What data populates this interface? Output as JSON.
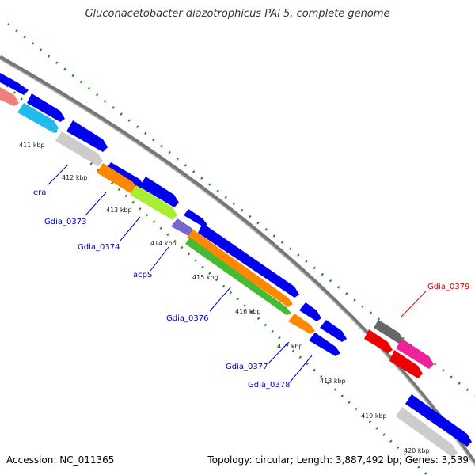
{
  "title": "Gluconacetobacter diazotrophicus PAl 5, complete genome",
  "footer": {
    "accession": "Accession: NC_011365",
    "summary": "Topology: circular; Length: 3,887,492 bp; Genes: 3,539"
  },
  "colors": {
    "backbone": "#777777",
    "tick_dots": "#228b22",
    "label_blue": "#0000cc",
    "label_red": "#dd0000"
  },
  "kbp_ticks": [
    "411 kbp",
    "412 kbp",
    "413 kbp",
    "414 kbp",
    "415 kbp",
    "416 kbp",
    "417 kbp",
    "418 kbp",
    "419 kbp",
    "420 kbp"
  ],
  "gene_labels": [
    {
      "id": "era",
      "text": "era",
      "color": "#0000cc"
    },
    {
      "id": "gdia-0373",
      "text": "Gdia_0373",
      "color": "#0000cc"
    },
    {
      "id": "gdia-0374",
      "text": "Gdia_0374",
      "color": "#0000cc"
    },
    {
      "id": "acps",
      "text": "acpS",
      "color": "#0000cc"
    },
    {
      "id": "gdia-0376",
      "text": "Gdia_0376",
      "color": "#0000cc"
    },
    {
      "id": "gdia-0377",
      "text": "Gdia_0377",
      "color": "#0000cc"
    },
    {
      "id": "gdia-0378",
      "text": "Gdia_0378",
      "color": "#0000cc"
    },
    {
      "id": "gdia-0379",
      "text": "Gdia_0379",
      "color": "#dd0000"
    }
  ],
  "feature_colors": {
    "cds_blue": "#0000ee",
    "pink": "#f08080",
    "cyan": "#22bbee",
    "light_gray": "#cccccc",
    "orange": "#ff8800",
    "lime": "#aaee33",
    "purple": "#7766cc",
    "green": "#44bb33",
    "dark_gray": "#666666",
    "red": "#ee0000",
    "magenta": "#ee2299"
  }
}
